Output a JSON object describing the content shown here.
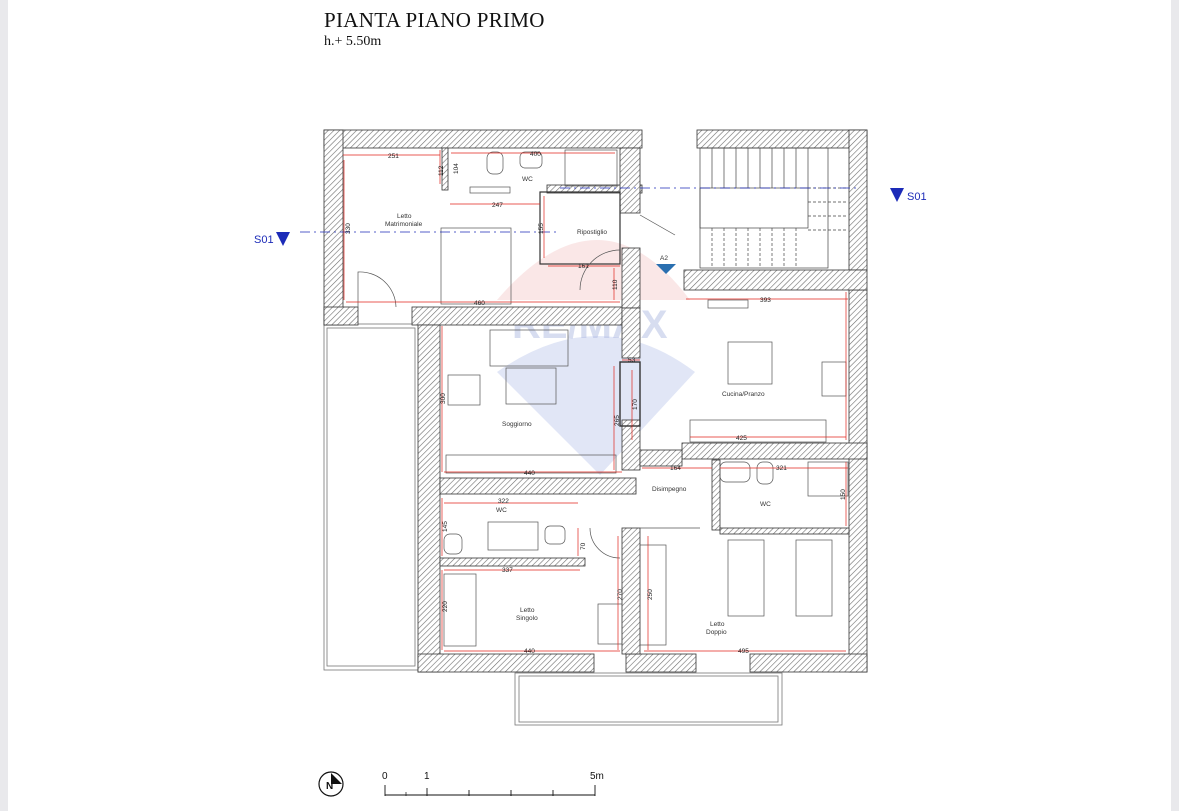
{
  "header": {
    "title": "PIANTA PIANO PRIMO",
    "subtitle": "h.+ 5.50m"
  },
  "rooms": {
    "letto_matrimoniale": "Letto\nMatrimoniale",
    "wc_top": "WC",
    "ripostiglio": "Ripostiglio",
    "soggiorno": "Soggiorno",
    "cucina_pranzo": "Cucina/Pranzo",
    "disimpegno": "Disimpegno",
    "wc_right": "WC",
    "wc_left": "WC",
    "letto_singolo": "Letto\nSingolo",
    "letto_doppio": "Letto\nDoppio"
  },
  "dimensions": {
    "d251": "251",
    "d400": "400",
    "d104": "104",
    "d112": "112",
    "d247": "247",
    "d330": "330",
    "d155": "155",
    "d161": "161",
    "d110": "110",
    "d460": "460",
    "d393": "393",
    "d53": "53",
    "d300": "300",
    "d265": "265",
    "d170": "170",
    "d425": "425",
    "d440a": "440",
    "d164": "164",
    "d321": "321",
    "d150": "150",
    "d322": "322",
    "d145": "145",
    "d70": "70",
    "d337": "337",
    "d220": "220",
    "d270": "270",
    "d250": "250",
    "d440b": "440",
    "d495": "495"
  },
  "markers": {
    "section_left": "S01",
    "section_right": "S01",
    "elevation": "A2"
  },
  "watermark": "RE/MAX",
  "scale_bar": {
    "t0": "0",
    "t1": "1",
    "t5": "5m"
  },
  "north": "N",
  "colors": {
    "wall_hatch": "#6e6e6e",
    "dimension": "#e0251c",
    "section": "#1c2bb8"
  }
}
